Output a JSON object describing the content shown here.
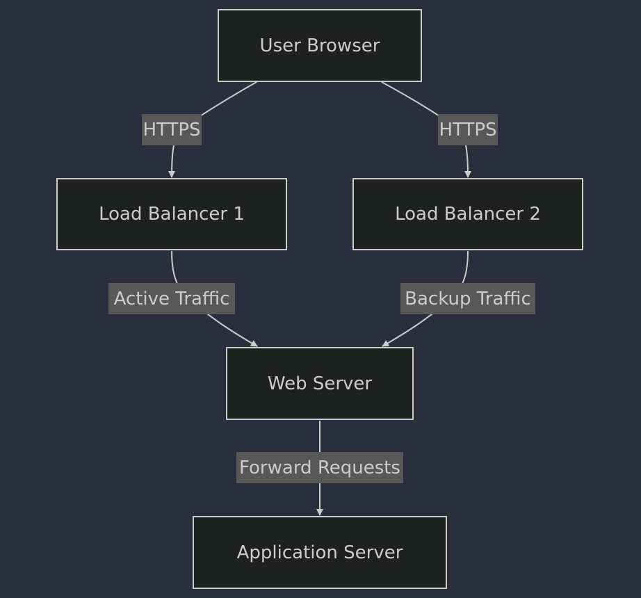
{
  "diagram": {
    "nodes": {
      "user_browser": "User Browser",
      "load_balancer_1": "Load Balancer 1",
      "load_balancer_2": "Load Balancer 2",
      "web_server": "Web Server",
      "application_server": "Application Server"
    },
    "edges": [
      {
        "from": "User Browser",
        "to": "Load Balancer 1",
        "label": "HTTPS"
      },
      {
        "from": "User Browser",
        "to": "Load Balancer 2",
        "label": "HTTPS"
      },
      {
        "from": "Load Balancer 1",
        "to": "Web Server",
        "label": "Active Traffic"
      },
      {
        "from": "Load Balancer 2",
        "to": "Web Server",
        "label": "Backup Traffic"
      },
      {
        "from": "Web Server",
        "to": "Application Server",
        "label": "Forward Requests"
      }
    ]
  },
  "colors": {
    "background": "#2a2f3b",
    "node_fill": "#1f2020",
    "node_border": "#cccccc",
    "text": "#cccccc",
    "edge_label_fill": "#585858",
    "edge_stroke": "#cccccc"
  }
}
